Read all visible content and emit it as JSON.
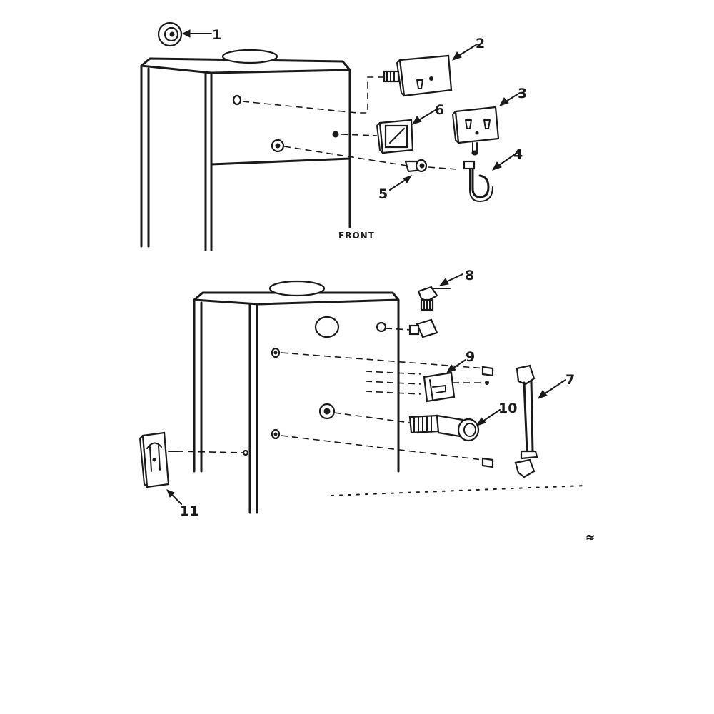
{
  "view_label": "FRONT",
  "corner_mark": "≈",
  "callouts": {
    "c1": "1",
    "c2": "2",
    "c3": "3",
    "c4": "4",
    "c5": "5",
    "c6": "6",
    "c7": "7",
    "c8": "8",
    "c9": "9",
    "c10": "10",
    "c11": "11"
  }
}
